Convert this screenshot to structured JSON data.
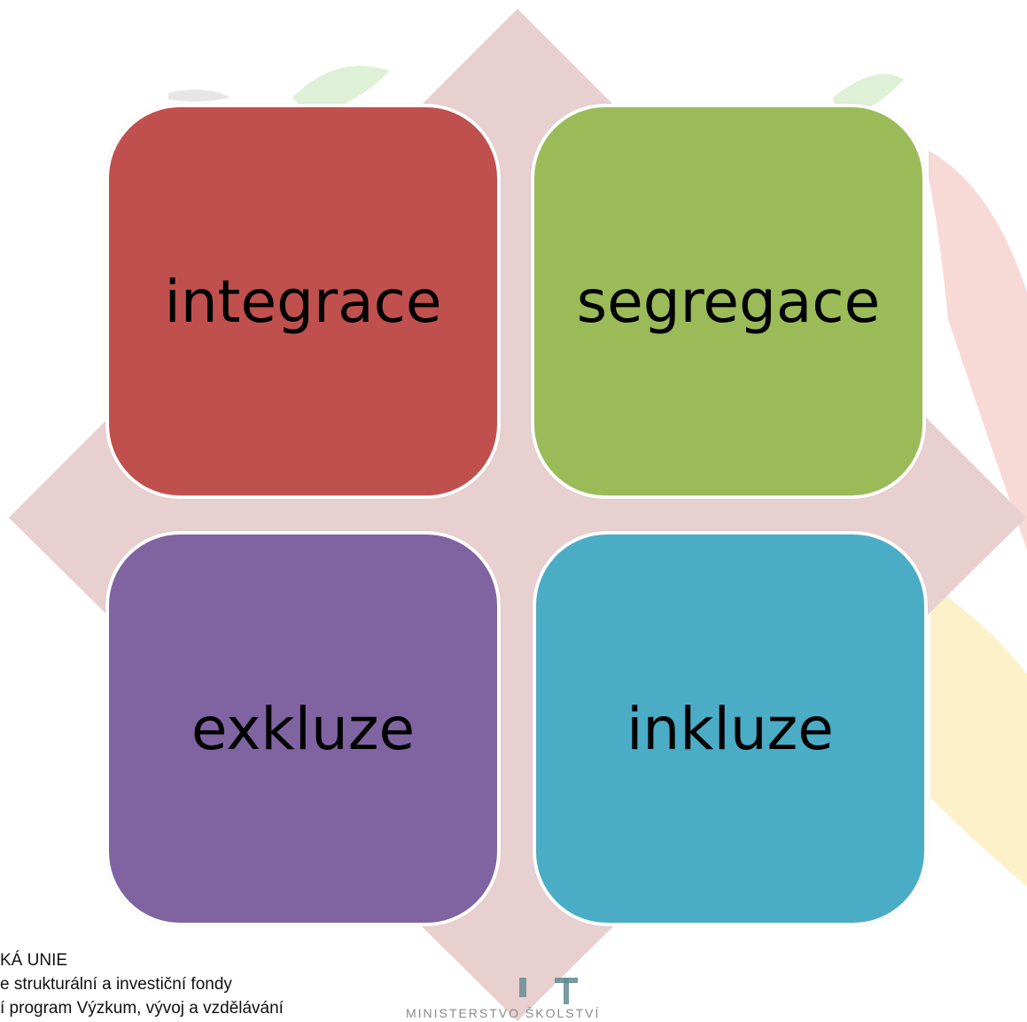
{
  "diagram": {
    "quadrants": [
      {
        "label": "integrace",
        "color": "#c0504d"
      },
      {
        "label": "segregace",
        "color": "#9bbb59"
      },
      {
        "label": "exkluze",
        "color": "#8064a2"
      },
      {
        "label": "inkluze",
        "color": "#4bacc6"
      }
    ],
    "diamond_color": "#e8cfd0"
  },
  "footer": {
    "line1": "KÁ UNIE",
    "line2": "e strukturální a investiční fondy",
    "line3": "í program Výzkum, vývoj a vzdělávání",
    "ministry_text": "MINISTERSTVO ŠKOLSTVÍ"
  },
  "colors": {
    "swoosh_green": "#cfe9c2",
    "swoosh_red": "#f0c4c0",
    "swoosh_yellow": "#fbeab0"
  }
}
